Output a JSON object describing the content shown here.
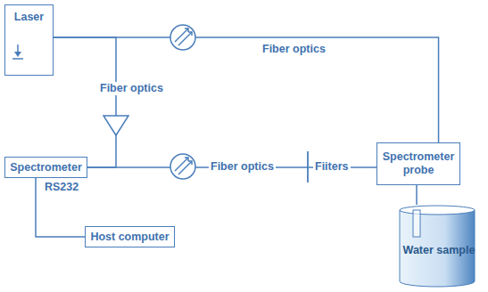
{
  "diagram": {
    "nodes": [
      {
        "text": [
          "Laser"
        ]
      },
      {
        "text": [
          "Spectrometer"
        ]
      },
      {
        "text": [
          "Host computer"
        ]
      },
      {
        "text": [
          "Spectrometer probe"
        ]
      },
      {
        "text": [
          "Water sample"
        ]
      }
    ],
    "edges": [
      {
        "from": 0,
        "to": 3,
        "label": "Fiber optics",
        "arrow": "none"
      },
      {
        "from": 0,
        "to": 1,
        "label": "Fiber optics",
        "arrow": "none"
      },
      {
        "from": 1,
        "to": 3,
        "label": "Fiber optics",
        "arrow": "none"
      },
      {
        "from": 1,
        "to": 2,
        "label": "RS232",
        "arrow": "none"
      },
      {
        "from": 3,
        "to": 4,
        "arrow": "none"
      }
    ],
    "labels": [
      "Fiiters"
    ]
  }
}
